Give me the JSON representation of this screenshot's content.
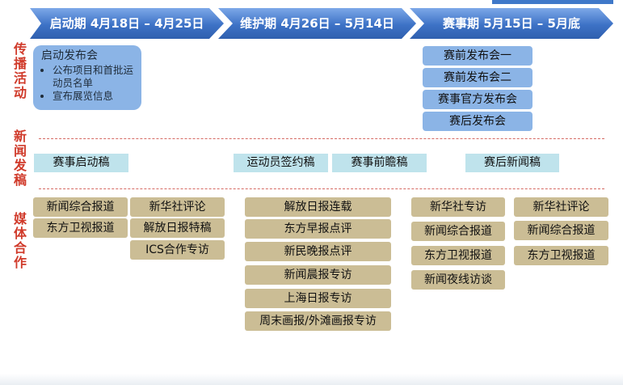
{
  "phases": [
    {
      "label": "启动期 4月18日 – 4月25日"
    },
    {
      "label": "维护期 4月26日 – 5月14日"
    },
    {
      "label": "赛事期 5月15日 – 5月底"
    }
  ],
  "row_labels": {
    "publicity": "传播活动",
    "news": "新闻发稿",
    "media": "媒体合作"
  },
  "publicity": {
    "launch": {
      "title": "启动发布会",
      "bullets": [
        "公布项目和首批运动员名单",
        "宣布展览信息"
      ]
    },
    "events": [
      "赛前发布会一",
      "赛前发布会二",
      "赛事官方发布会",
      "赛后发布会"
    ]
  },
  "news": {
    "items": [
      "赛事启动稿",
      "运动员签约稿",
      "赛事前瞻稿",
      "赛后新闻稿"
    ]
  },
  "media": {
    "col1": [
      "新闻综合报道",
      "东方卫视报道"
    ],
    "col2": [
      "新华社评论",
      "解放日报特稿",
      "ICS合作专访"
    ],
    "col3": [
      "解放日报连载",
      "东方早报点评",
      "新民晚报点评",
      "新闻晨报专访",
      "上海日报专访",
      "周末画报/外滩画报专访"
    ],
    "col4": [
      "新华社专访",
      "新闻综合报道",
      "东方卫视报道",
      "新闻夜线访谈"
    ],
    "col5": [
      "新华社评论",
      "新闻综合报道",
      "东方卫视报道"
    ]
  },
  "colors": {
    "phase": "#3d72c6",
    "row_label": "#d03a2a",
    "blue_box": "#8bb4e6",
    "teal_box": "#bfe3ec",
    "tan_box": "#cbbd95",
    "separator": "#d66a63"
  }
}
